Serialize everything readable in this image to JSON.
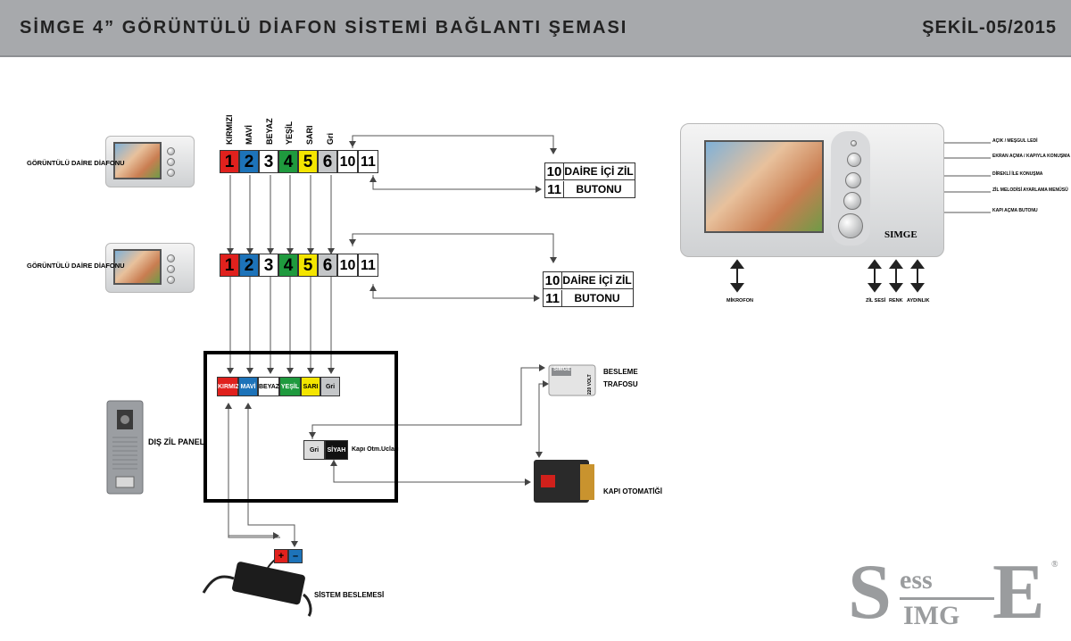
{
  "header": {
    "title": "SİMGE 4” GÖRÜNTÜLÜ DİAFON SİSTEMİ BAĞLANTI ŞEMASI",
    "figure": "ŞEKİL-05/2015"
  },
  "monitor_labels": {
    "first": "GÖRÜNTÜLÜ DAİRE DİAFONU",
    "second": "GÖRÜNTÜLÜ DAİRE DİAFONU"
  },
  "wire_labels": [
    "KIRMIZI",
    "MAVİ",
    "BEYAZ",
    "YEŞİL",
    "SARI",
    "Gri"
  ],
  "terminals": [
    {
      "num": "1",
      "color": "#e0211d",
      "text_color": "#000000"
    },
    {
      "num": "2",
      "color": "#1d73b9",
      "text_color": "#000000"
    },
    {
      "num": "3",
      "color": "#ffffff",
      "text_color": "#000000"
    },
    {
      "num": "4",
      "color": "#1f9a3e",
      "text_color": "#000000"
    },
    {
      "num": "5",
      "color": "#f4e500",
      "text_color": "#000000"
    },
    {
      "num": "6",
      "color": "#c4c6c8",
      "text_color": "#000000"
    },
    {
      "num": "10",
      "color": "#ffffff",
      "text_color": "#000000"
    },
    {
      "num": "11",
      "color": "#ffffff",
      "text_color": "#000000"
    }
  ],
  "bell_button": {
    "row1_num": "10",
    "row1_text": "DAİRE İÇİ ZİL",
    "row2_num": "11",
    "row2_text": "BUTONU"
  },
  "panel": {
    "label": "DIŞ ZİL PANELİ",
    "terminals": [
      {
        "text": "KIRMIZI",
        "color": "#e0211d",
        "text_color": "#ffffff"
      },
      {
        "text": "MAVİ",
        "color": "#1d73b9",
        "text_color": "#ffffff"
      },
      {
        "text": "BEYAZ",
        "color": "#ffffff",
        "text_color": "#000000"
      },
      {
        "text": "YEŞİL",
        "color": "#1f9a3e",
        "text_color": "#ffffff"
      },
      {
        "text": "SARI",
        "color": "#f4e500",
        "text_color": "#000000"
      },
      {
        "text": "Gri",
        "color": "#c4c6c8",
        "text_color": "#000000"
      }
    ],
    "lock_terminals": [
      {
        "text": "Gri",
        "color": "#dcdcdc",
        "text_color": "#000000"
      },
      {
        "text": "SİYAH",
        "color": "#111111",
        "text_color": "#ffffff"
      }
    ],
    "lock_terminal_label": "Kapı Otm.Ucları"
  },
  "transformer": {
    "label_line1": "BESLEME",
    "label_line2": "TRAFOSU",
    "case_text": "SIMGE",
    "case_side": "220 VOLT"
  },
  "door_lock": {
    "label": "KAPI OTOMATİĞİ"
  },
  "power_supply": {
    "label": "SİSTEM BESLEMESİ",
    "plus": "+",
    "minus": "–"
  },
  "big_monitor": {
    "callouts": [
      "AÇIK / MEŞGUL LEDİ",
      "EKRAN AÇMA / KAPIYLA KONUŞMA",
      "DİREKLİ İLE KONUŞMA",
      "ZİL MELODİSİ AYARLAMA MENÜSÜ",
      "KAPI AÇMA BUTONU"
    ],
    "bottom": [
      "MİKROFON",
      "ZİL SESİ",
      "RENK",
      "AYDINLIK"
    ],
    "brand": "SIMGE"
  },
  "logo": {
    "big_letters": "SE",
    "small_top": "ess",
    "small_bottom": "IMG",
    "registered": "®"
  },
  "colors": {
    "header_bg": "#a7a9ac",
    "arrow": "#444444",
    "panel_border": "#000000"
  }
}
